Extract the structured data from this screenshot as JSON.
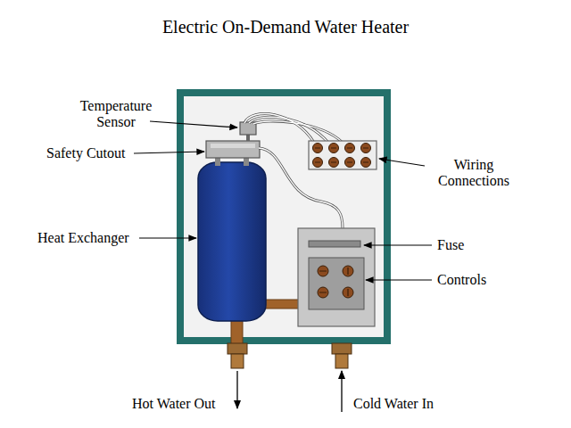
{
  "diagram": {
    "title": "Electric On-Demand Water Heater",
    "labels": [
      "Temperature Sensor",
      "Safety Cutout",
      "Heat Exchanger",
      "Wiring Connections",
      "Fuse",
      "Controls",
      "Hot Water Out",
      "Cold Water In"
    ]
  }
}
